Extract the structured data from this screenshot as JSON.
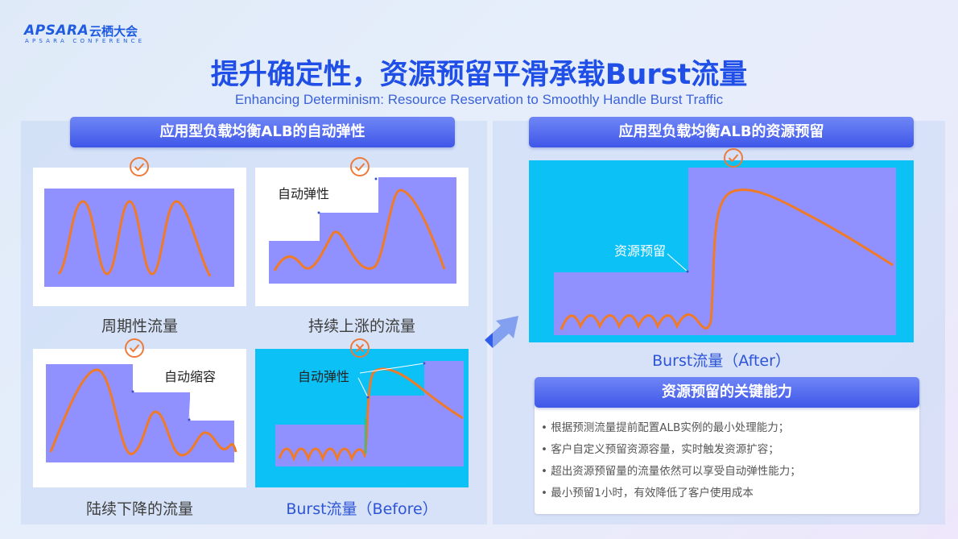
{
  "logo": {
    "main": "APSARA",
    "cn": "云栖大会",
    "sub": "APSARA CONFERENCE"
  },
  "title": "提升确定性，资源预留平滑承载Burst流量",
  "subtitle": "Enhancing Determinism: Resource Reservation to Smoothly Handle Burst Traffic",
  "left_panel": {
    "header": "应用型负载均衡ALB的自动弹性",
    "cells": [
      {
        "caption": "周期性流量",
        "mark": "check"
      },
      {
        "caption": "持续上涨的流量",
        "mark": "check",
        "annotation": "自动弹性"
      },
      {
        "caption": "陆续下降的流量",
        "mark": "check",
        "annotation": "自动缩容"
      },
      {
        "caption": "Burst流量（Before）",
        "mark": "cross",
        "annotation": "自动弹性"
      }
    ]
  },
  "right_panel": {
    "header": "应用型负载均衡ALB的资源预留",
    "annotation": "资源预留",
    "mark": "check",
    "caption": "Burst流量（After）",
    "capability_header": "资源预留的关键能力",
    "bullets": [
      "根据预测流量提前配置ALB实例的最小处理能力；",
      "客户自定义预留资源容量，实时触发资源扩容；",
      "超出资源预留量的流量依然可以享受自动弹性能力；",
      "最小预留1小时，有效降低了客户使用成本"
    ]
  },
  "colors": {
    "accent": "#1f4fe6",
    "capacity": "#9091ff",
    "traffic": "#f07a26",
    "mark": "#ee7a3a",
    "burst_bg": "#0cc1f5",
    "header": "#4a62ee"
  },
  "icons": {
    "check": "circle-check-icon",
    "cross": "circle-x-icon",
    "arrow": "right-arrow-icon"
  }
}
